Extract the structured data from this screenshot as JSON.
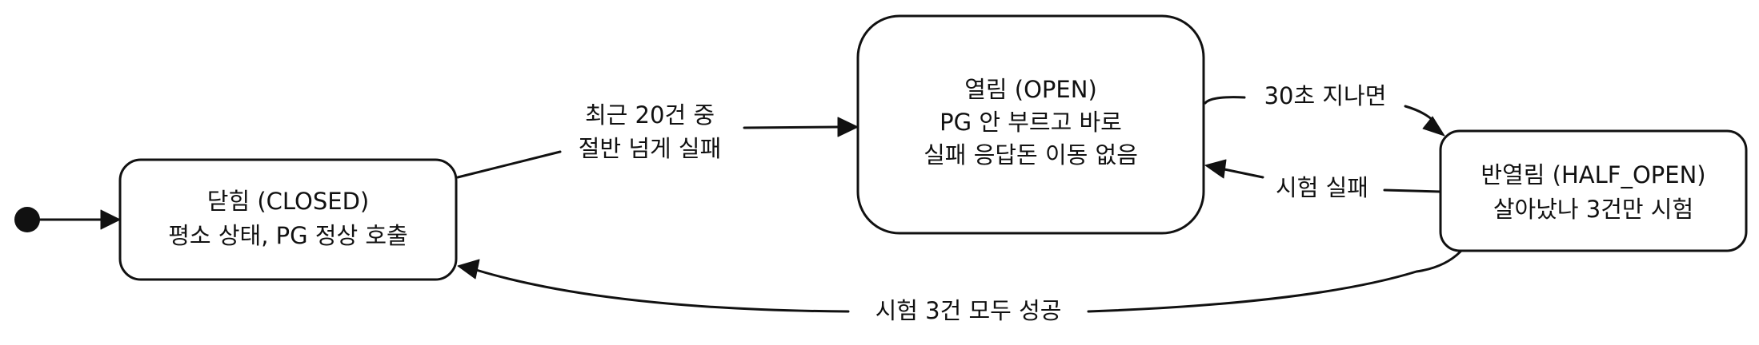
{
  "states": {
    "closed": {
      "line1": "닫힘 (CLOSED)",
      "line2": "평소 상태, PG 정상 호출"
    },
    "open": {
      "line1": "열림 (OPEN)",
      "line2": "PG 안 부르고 바로",
      "line3": "실패 응답돈 이동 없음"
    },
    "half_open": {
      "line1": "반열림 (HALF_OPEN)",
      "line2": "살아났나 3건만 시험"
    }
  },
  "transitions": {
    "closed_to_open": {
      "line1": "최근 20건 중",
      "line2": "절반 넘게 실패"
    },
    "open_to_half_open": "30초 지나면",
    "half_open_to_open": "시험 실패",
    "half_open_to_closed": "시험 3건 모두 성공"
  }
}
